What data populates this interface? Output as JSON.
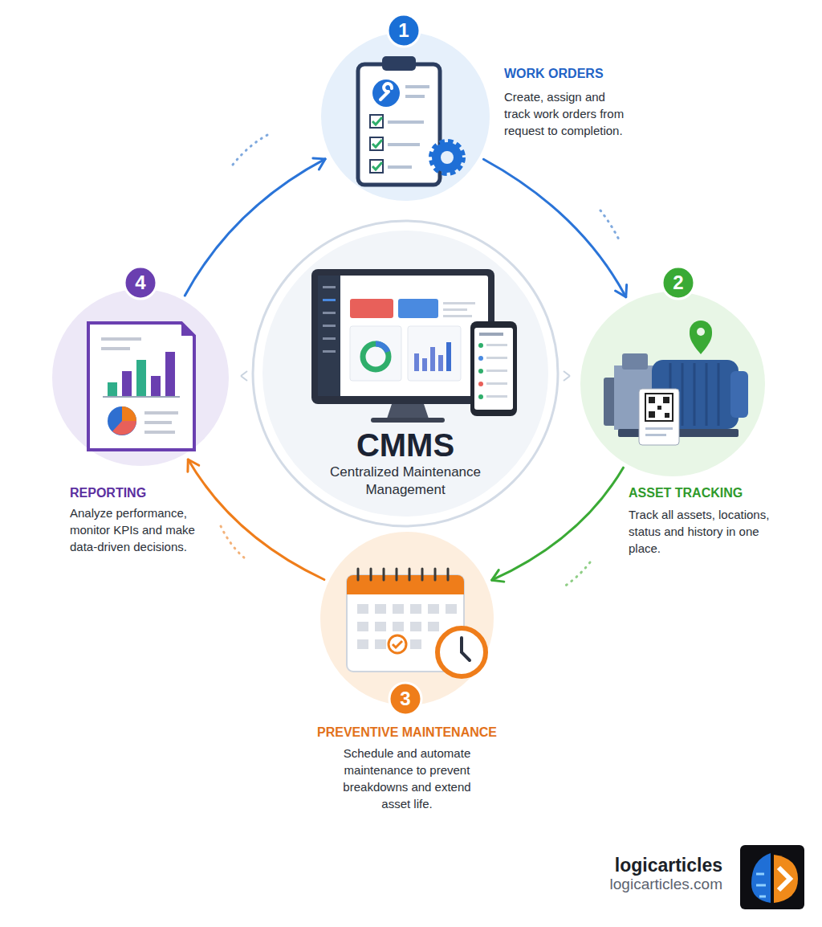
{
  "diagram": {
    "nodes": [
      {
        "text": [
          "WORK ORDERS",
          "Create, assign and track work orders from request to completion."
        ]
      },
      {
        "text": [
          "1"
        ],
        "in": 0
      },
      {
        "text": [
          "ASSET TRACKING",
          "Track all assets, locations, status and history in one place."
        ]
      },
      {
        "text": [
          "2"
        ],
        "in": 2
      },
      {
        "text": [
          "PREVENTIVE MAINTENANCE",
          "Schedule and automate maintenance to prevent breakdowns and extend asset life."
        ]
      },
      {
        "text": [
          "3"
        ],
        "in": 4
      },
      {
        "text": [
          "REPORTING",
          "Analyze performance, monitor KPIs and make data-driven decisions."
        ]
      },
      {
        "text": [
          "4"
        ],
        "in": 6
      },
      {
        "text": [
          "CMMS",
          "Centralized Maintenance Management"
        ]
      }
    ],
    "edges": [
      {
        "from": 0,
        "to": 2,
        "arrow": "to"
      },
      {
        "from": 2,
        "to": 4,
        "arrow": "to"
      },
      {
        "from": 4,
        "to": 6,
        "arrow": "to"
      },
      {
        "from": 6,
        "to": 0,
        "arrow": "to"
      }
    ],
    "labels": [
      "logicarticles",
      "logicarticles.com"
    ]
  }
}
